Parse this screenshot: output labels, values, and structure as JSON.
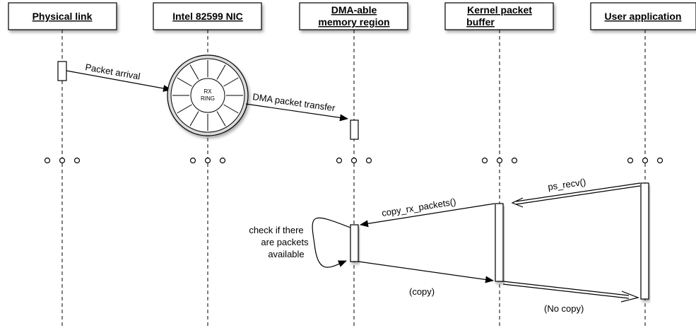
{
  "participants": [
    {
      "name": "Physical link"
    },
    {
      "name": "Intel 82599 NIC"
    },
    {
      "name": "DMA-able memory region"
    },
    {
      "name": "Kernel packet buffer"
    },
    {
      "name": "User application"
    }
  ],
  "labels": {
    "packet_arrival": "Packet arrival",
    "rx_ring_line1": "RX",
    "rx_ring_line2": "RING",
    "dma_transfer": "DMA packet transfer",
    "ps_recv": "ps_recv()",
    "copy_rx_packets": "copy_rx_packets()",
    "check_line1": "check if there",
    "check_line2": "are packets",
    "check_line3": "available",
    "copy": "(copy)",
    "no_copy": "(No copy)"
  }
}
